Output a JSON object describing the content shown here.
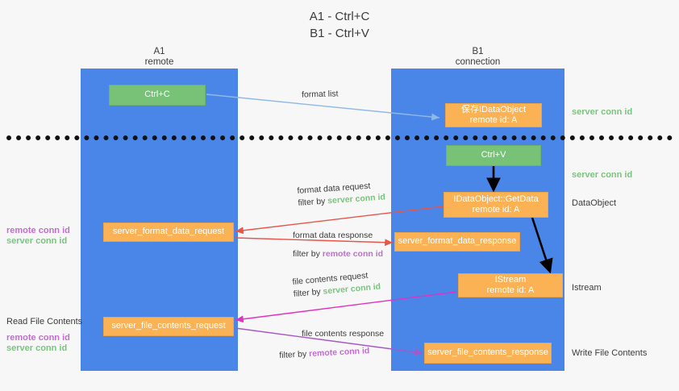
{
  "title": {
    "line1": "A1 - Ctrl+C",
    "line2": "B1 - Ctrl+V"
  },
  "lanes": [
    {
      "name": "A1",
      "sub": "remote"
    },
    {
      "name": "B1",
      "sub": "connection"
    }
  ],
  "boxes": {
    "ctrl_c": {
      "label": "Ctrl+C",
      "color": "#77c276"
    },
    "idataobject_saved": {
      "line1": "保存IDataObject",
      "line2": "remote id: A",
      "color": "#fbb254"
    },
    "ctrl_v": {
      "label": "Ctrl+V",
      "color": "#77c276"
    },
    "getdata": {
      "line1": "IDataObject::GetData",
      "line2": "remote id: A",
      "color": "#fbb254"
    },
    "server_format_data_request": {
      "label": "server_format_data_request",
      "color": "#fbb254"
    },
    "server_format_data_response": {
      "label": "server_format_data_response",
      "color": "#fbb254"
    },
    "istream": {
      "line1": "IStream",
      "line2": "remote id: A",
      "color": "#fbb254"
    },
    "server_file_contents_request": {
      "label": "server_file_contents_request",
      "color": "#fbb254"
    },
    "server_file_contents_response": {
      "label": "server_file_contents_response",
      "color": "#fbb254"
    }
  },
  "edges": {
    "format_list": "format list",
    "format_data_request": "format data request",
    "format_data_request_filter_prefix": "filter by ",
    "format_data_request_filter_key": "server conn id",
    "format_data_response": "format data response",
    "format_data_response_filter_prefix": "filter by ",
    "format_data_response_filter_key": "remote conn id",
    "file_contents_request": "file contents request",
    "file_contents_request_filter_prefix": "filter by ",
    "file_contents_request_filter_key": "server conn id",
    "file_contents_response": "file contents response",
    "file_contents_response_filter_prefix": "filter by ",
    "file_contents_response_filter_key": "remote conn id"
  },
  "annotations": {
    "right_server_conn_top": "server conn id",
    "right_server_conn_mid": "server conn id",
    "right_dataobject": "DataObject",
    "right_istream": "Istream",
    "right_write_file_contents": "Write File Contents",
    "left_remote_conn_1": "remote conn id",
    "left_server_conn_1": "server conn id",
    "left_read_file_contents": "Read File Contents",
    "left_remote_conn_2": "remote conn id",
    "left_server_conn_2": "server conn id"
  },
  "colors": {
    "lane": "#4a86e8",
    "green_box": "#77c276",
    "orange_box": "#fbb254",
    "server_conn_id": "#7bc47f",
    "remote_conn_id": "#c16ecf",
    "arrow_blue": "#8fb8e8",
    "arrow_red": "#e8554b",
    "arrow_magenta": "#e033c0",
    "arrow_purple": "#a558c8",
    "arrow_black": "#000000",
    "background": "#f7f7f7"
  }
}
